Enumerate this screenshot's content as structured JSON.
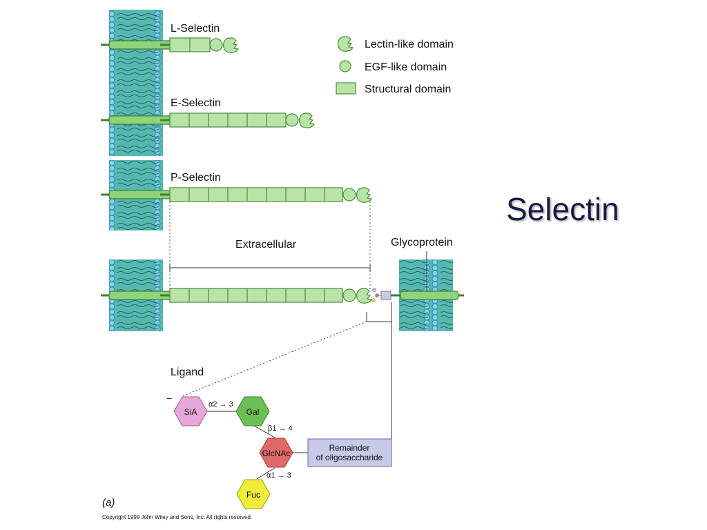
{
  "title": "Selectin",
  "selectins": [
    {
      "name": "L-Selectin"
    },
    {
      "name": "E-Selectin"
    },
    {
      "name": "P-Selectin"
    }
  ],
  "legend": {
    "lectin": "Lectin-like domain",
    "egf": "EGF-like domain",
    "structural": "Structural domain"
  },
  "labels": {
    "extracellular": "Extracellular",
    "glycoprotein": "Glycoprotein",
    "ligand": "Ligand",
    "panel": "(a)",
    "copyright": "Copyright 1999 John Wiley and Sons, Inc. All rights reserved.",
    "minus": "−"
  },
  "ligand": {
    "sia": "SiA",
    "gal": "Gal",
    "glcnac": "GlcNAc",
    "fuc": "Fuc",
    "link_sia_gal": "α2 → 3",
    "link_gal_glcnac": "β1 → 4",
    "link_glcnac_fuc": "α1 → 3",
    "remainder_line1": "Remainder",
    "remainder_line2": "of oligosaccharide"
  },
  "colors": {
    "membrane": "#4fb8b4",
    "lipid_head": "#7fc6e0",
    "domain_fill": "#b8e4a8",
    "domain_stroke": "#4a8a3a",
    "sia": "#e6a8d8",
    "gal": "#6cbf55",
    "glcnac": "#e06a6a",
    "fuc": "#f0ec3a",
    "remainder": "#c8c8e8"
  }
}
